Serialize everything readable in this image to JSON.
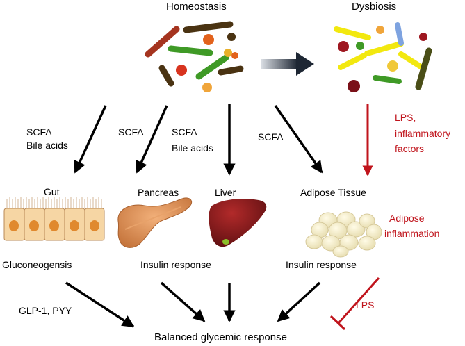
{
  "title_left": "Homeostasis",
  "title_right": "Dysbiosis",
  "edge_labels": {
    "gut_1": "SCFA",
    "gut_2": "Bile acids",
    "pancreas": "SCFA",
    "liver_1": "SCFA",
    "liver_2": "Bile acids",
    "adipose": "SCFA",
    "dysbiosis_1": "LPS,",
    "dysbiosis_2": "inflammatory",
    "dysbiosis_3": "factors",
    "gut_output": "GLP-1, PYY",
    "lps_inhibit": "LPS"
  },
  "organs": {
    "gut": "Gut",
    "pancreas": "Pancreas",
    "liver": "Liver",
    "adipose": "Adipose Tissue"
  },
  "adipose_inflammation_1": "Adipose",
  "adipose_inflammation_2": "inflammation",
  "effects": {
    "gut": "Gluconeogensis",
    "pancreas_liver": "Insulin response",
    "adipose": "Insulin response"
  },
  "outcome": "Balanced glycemic response",
  "colors": {
    "red_accent": "#c0141c",
    "arrow": "#000000"
  }
}
